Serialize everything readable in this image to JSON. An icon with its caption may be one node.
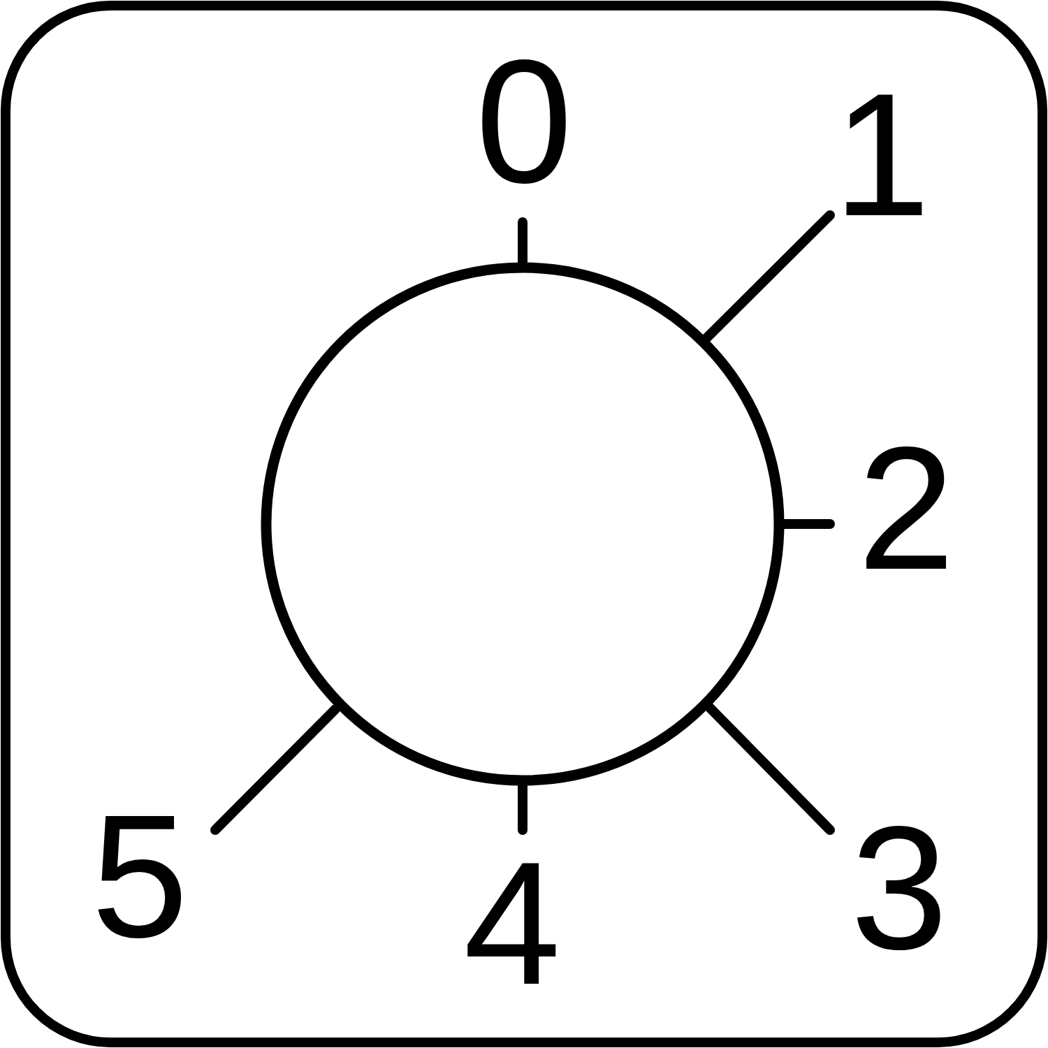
{
  "diagram": {
    "nodes": [
      {
        "text": [],
        "shape": "circle"
      }
    ],
    "labels": [
      "0",
      "1",
      "2",
      "3",
      "4",
      "5"
    ]
  }
}
